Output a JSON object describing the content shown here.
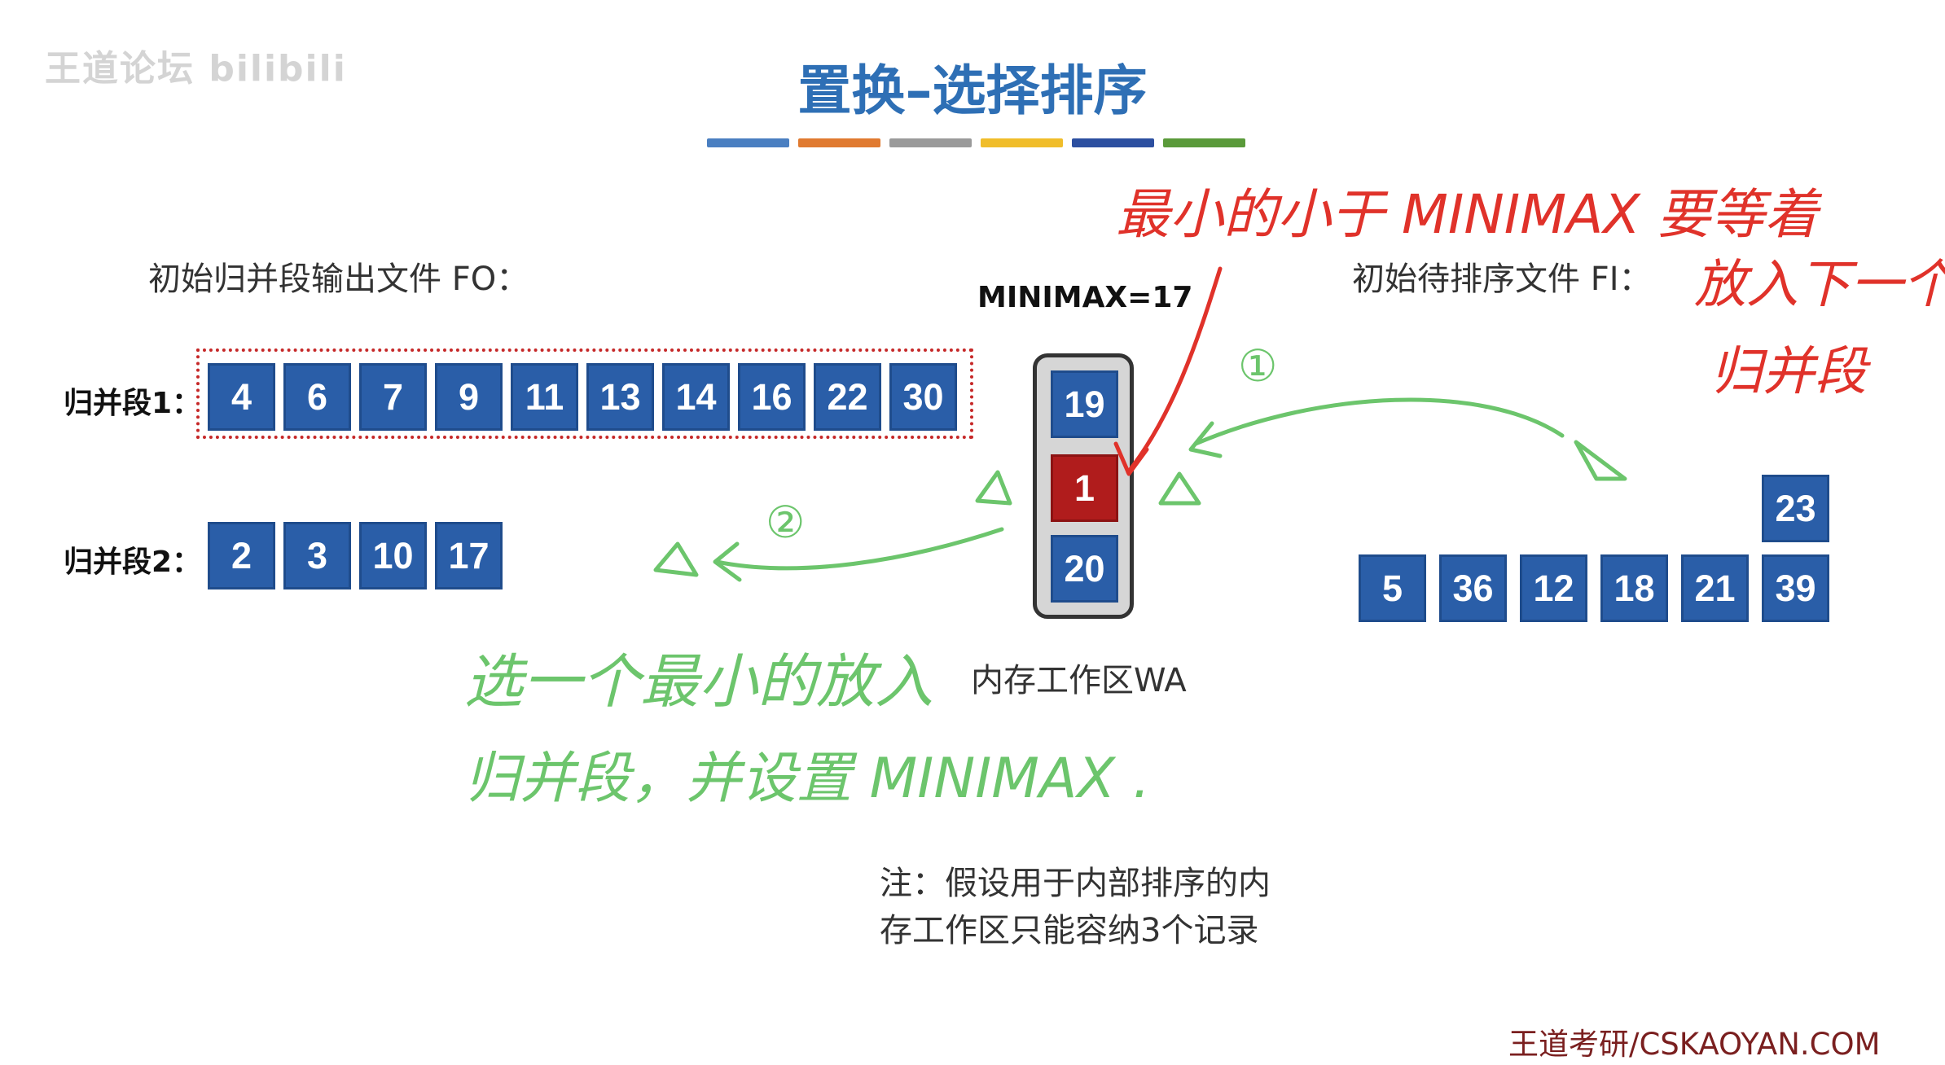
{
  "watermark": "王道论坛 bilibili",
  "title": "置换–选择排序",
  "color_bars": [
    "#4a7fc1",
    "#e07a30",
    "#9a9a9a",
    "#f0bd2a",
    "#2c4fa0",
    "#5a9a3a"
  ],
  "fo_label": "初始归并段输出文件 FO：",
  "fi_label": "初始待排序文件 FI：",
  "minimax_label": "MINIMAX=17",
  "seg1": {
    "label": "归并段1：",
    "values": [
      "4",
      "6",
      "7",
      "9",
      "11",
      "13",
      "14",
      "16",
      "22",
      "30"
    ]
  },
  "seg2": {
    "label": "归并段2：",
    "values": [
      "2",
      "3",
      "10",
      "17"
    ]
  },
  "wa": {
    "values": [
      "19",
      "1",
      "20"
    ],
    "label": "内存工作区WA"
  },
  "fi": {
    "top": "23",
    "bottom": [
      "5",
      "36",
      "12",
      "18",
      "21",
      "39"
    ]
  },
  "note": {
    "line1": "注：假设用于内部排序的内",
    "line2": "存工作区只能容纳3个记录"
  },
  "footer": "王道考研/CSKAOYAN.COM",
  "annotations": {
    "red_line1": "最小的小于 MINIMAX 要等着",
    "red_line2": "放入下一个",
    "red_line3": "归并段",
    "green_line1": "选一个最小的放入",
    "green_line2": "归并段，并设置 MINIMAX .",
    "marker1": "①",
    "marker2": "②"
  },
  "colors": {
    "title": "#2e6fb5",
    "box": "#2a5ea8",
    "box_highlight": "#b01c1c",
    "red_ink": "#e0322a",
    "green_ink": "#6cc56c"
  }
}
